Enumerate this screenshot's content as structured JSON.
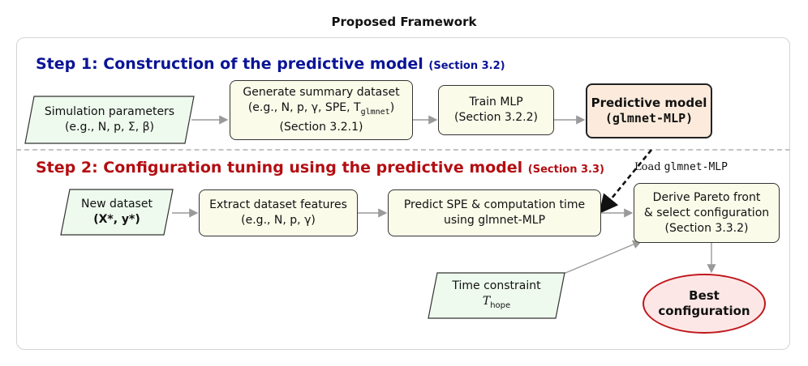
{
  "title": "Proposed Framework",
  "step1": {
    "heading": "Step 1: Construction of the predictive model",
    "section": "(Section 3.2)"
  },
  "step2": {
    "heading": "Step 2: Configuration tuning using the predictive model",
    "section": "(Section 3.3)"
  },
  "nodes": {
    "sim_params": {
      "line1": "Simulation parameters",
      "line2": "(e.g., N, p, Σ, β)"
    },
    "gen_summary": {
      "line1": "Generate summary dataset",
      "line2": "(e.g., N, p, γ, SPE, T",
      "line2_sub": "glmnet",
      "line2_end": ")",
      "line3": "(Section 3.2.1)"
    },
    "train_mlp": {
      "line1": "Train MLP",
      "line2": "(Section 3.2.2)"
    },
    "pred_model": {
      "line1": "Predictive model",
      "line2": "(glmnet-MLP)"
    },
    "new_dataset": {
      "line1": "New dataset",
      "line2": "(X*, y*)"
    },
    "extract": {
      "line1": "Extract dataset features",
      "line2": "(e.g., N, p, γ)"
    },
    "predict": {
      "line1": "Predict SPE & computation time",
      "line2": "using glmnet-MLP"
    },
    "pareto": {
      "line1": "Derive Pareto front",
      "line2": "& select configuration",
      "line3": "(Section 3.3.2)"
    },
    "time_constraint": {
      "line1": "Time constraint",
      "line2": "T",
      "line2_sub": "hope"
    },
    "best": {
      "line1": "Best",
      "line2": "configuration"
    }
  },
  "load_label": {
    "prefix": "Load ",
    "code": "glmnet-MLP"
  },
  "colors": {
    "step1": "#0a1496",
    "step2": "#b30d12",
    "input_fill": "#eefaee",
    "box_fill": "#fbfbea",
    "model_fill": "#fcebdc",
    "best_fill": "#fce7e6",
    "best_border": "#c0161b",
    "arrow": "#9a9a9a"
  }
}
